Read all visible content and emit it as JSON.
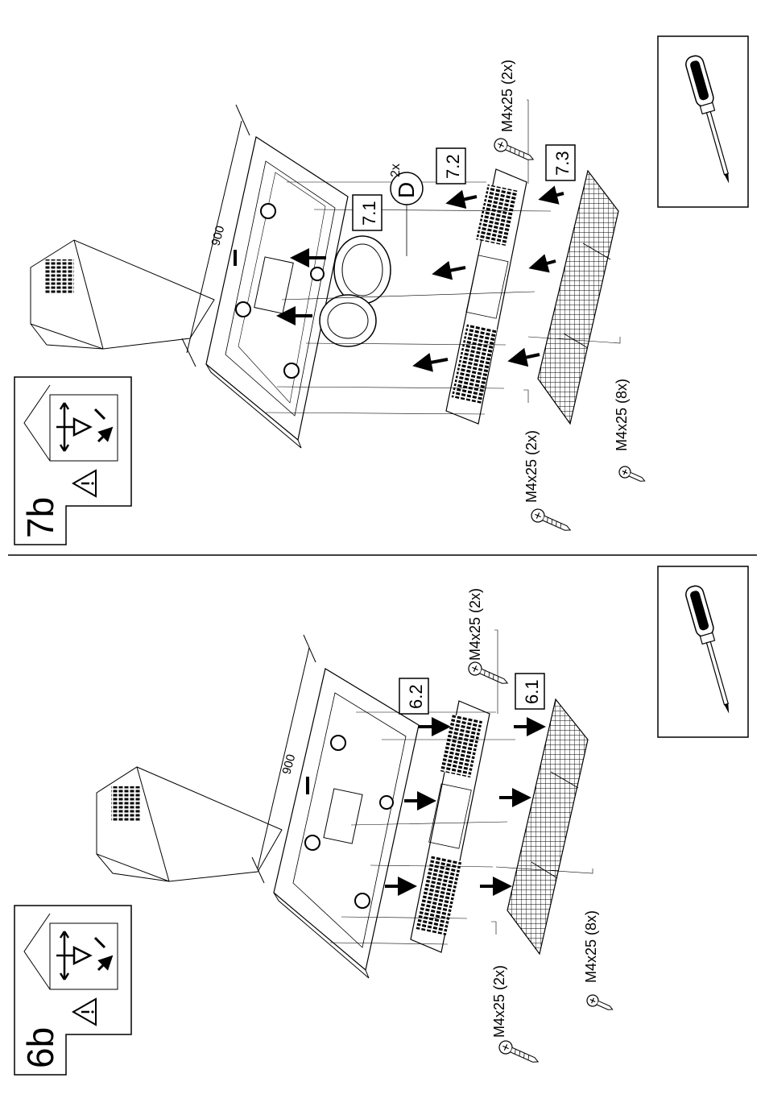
{
  "top_panel": {
    "step_id": "7b",
    "dimension": "900",
    "callouts": {
      "filter_cover": "7.1",
      "grille": "7.2",
      "grease_filter": "7.3"
    },
    "lamp_part": {
      "letter": "D",
      "qty": "2x"
    },
    "screws": {
      "grille_top": "M4x25 (2x)",
      "grille_bottom": "M4x25 (2x)",
      "filter": "M4x25 (8x)"
    }
  },
  "bottom_panel": {
    "step_id": "6b",
    "dimension": "900",
    "callouts": {
      "grille": "6.2",
      "grease_filter": "6.1"
    },
    "screws": {
      "grille_top": "M4x25 (2x)",
      "grille_bottom": "M4x25 (2x)",
      "filter": "M4x25 (8x)"
    }
  },
  "icons": {
    "warning": "warning-triangle-icon",
    "protective": "handle-with-care-icon",
    "tool": "screwdriver-icon"
  }
}
